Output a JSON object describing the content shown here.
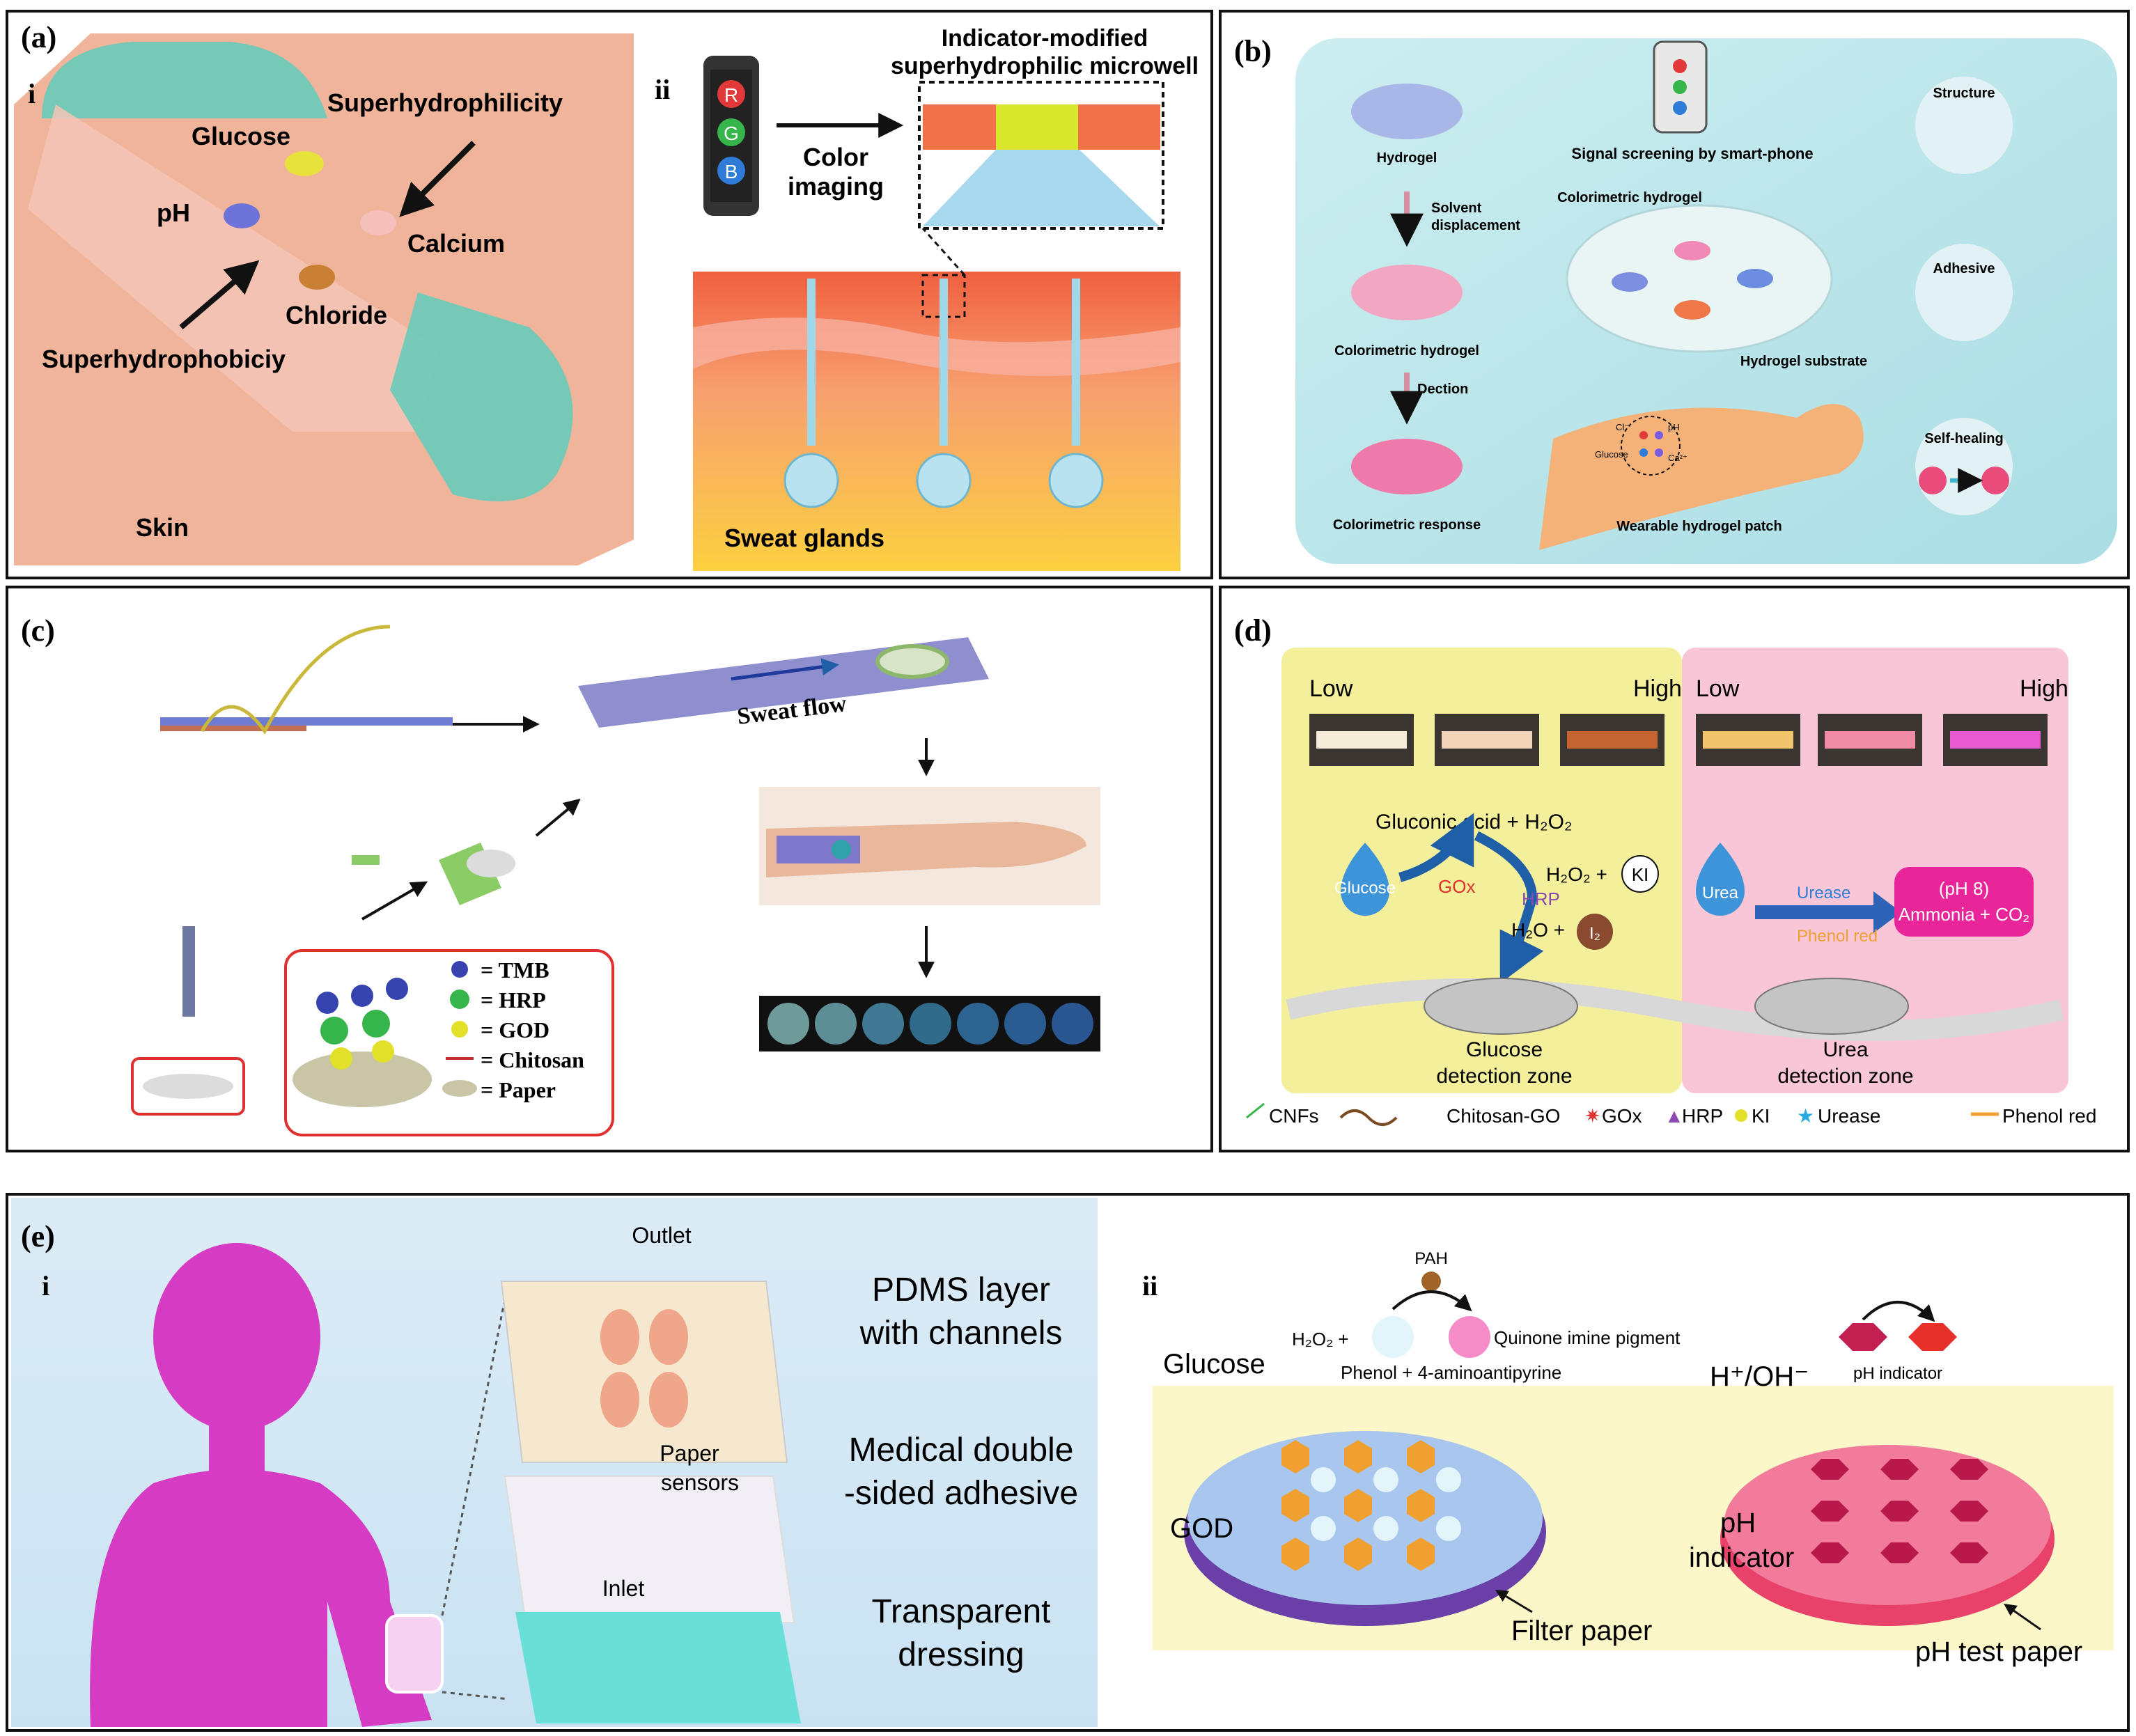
{
  "panels": {
    "a": {
      "label": "(a)",
      "sub_i": "i",
      "sub_ii": "ii",
      "skin": "Skin",
      "glucose": "Glucose",
      "superhydrophilicity": "Superhydrophilicity",
      "ph": "pH",
      "calcium": "Calcium",
      "chloride": "Chloride",
      "superhydrophobicity": "Superhydrophobiciy",
      "indicator_line1": "Indicator-modified",
      "indicator_line2": "superhydrophilic microwell",
      "color_line1": "Color",
      "color_line2": "imaging",
      "sweat_glands": "Sweat glands",
      "phone_letters": [
        "R",
        "G",
        "B"
      ]
    },
    "b": {
      "label": "(b)",
      "hydrogel": "Hydrogel",
      "solvent_line1": "Solvent",
      "solvent_line2": "displacement",
      "colorimetric_hydrogel_left": "Colorimetric hydrogel",
      "dection": "Dection",
      "colorimetric_response": "Colorimetric response",
      "signal_screening": "Signal screening by smart-phone",
      "colorimetric_hydrogel_center": "Colorimetric hydrogel",
      "hydrogel_substrate": "Hydrogel substrate",
      "wearable_patch": "Wearable hydrogel patch",
      "structure": "Structure",
      "adhesive": "Adhesive",
      "self_healing": "Self-healing",
      "arm_labels": [
        "Cl⁻",
        "pH",
        "Glucose",
        "Ca²⁺"
      ]
    },
    "c": {
      "label": "(c)",
      "sweat_flow": "Sweat flow",
      "legend": [
        "= TMB",
        "= HRP",
        "= GOD",
        "= Chitosan",
        "= Paper"
      ]
    },
    "d": {
      "label": "(d)",
      "low_left": "Low",
      "high_left": "High",
      "low_right": "Low",
      "high_right": "High",
      "gluconic": "Gluconic acid + H₂O₂",
      "glucose": "Glucose",
      "gox": "GOx",
      "hrp": "HRP",
      "h2o2": "H₂O₂ +",
      "ki": "KI",
      "h2o": "H₂O +",
      "i2": "I₂",
      "urea": "Urea",
      "urease": "Urease",
      "phenol_red": "Phenol red",
      "ph8_line1": "(pH 8)",
      "ph8_line2": "Ammonia + CO₂",
      "glucose_zone_1": "Glucose",
      "glucose_zone_2": "detection zone",
      "urea_zone_1": "Urea",
      "urea_zone_2": "detection zone",
      "legend": [
        "CNFs",
        "Chitosan-GO",
        "GOx",
        "HRP",
        "KI",
        "Urease",
        "Phenol red"
      ]
    },
    "e": {
      "label": "(e)",
      "sub_i": "i",
      "sub_ii": "ii",
      "outlet": "Outlet",
      "pdms_line1": "PDMS layer",
      "pdms_line2": "with channels",
      "paper_line1": "Paper",
      "paper_line2": "sensors",
      "medical_line1": "Medical double",
      "medical_line2": "-sided adhesive",
      "inlet": "Inlet",
      "transparent_line1": "Transparent",
      "transparent_line2": "dressing",
      "pah": "PAH",
      "h2o2": "H₂O₂ +",
      "quinone": "Quinone imine pigment",
      "glucose": "Glucose",
      "phenol": "Phenol + 4-aminoantipyrine",
      "hoh": "H⁺/OH⁻",
      "ph_indicator_top": "pH indicator",
      "god": "GOD",
      "ph_indicator_1": "pH",
      "ph_indicator_2": "indicator",
      "filter_paper": "Filter paper",
      "ph_test_paper": "pH test paper"
    }
  },
  "colors": {
    "skin": "#e8a080",
    "teal": "#67c9b9",
    "yellow_zone": "#f3ef9a",
    "pink_zone": "#f9c6d8",
    "magenta": "#d63bc4",
    "light_blue_bg": "#d8ecf7"
  }
}
